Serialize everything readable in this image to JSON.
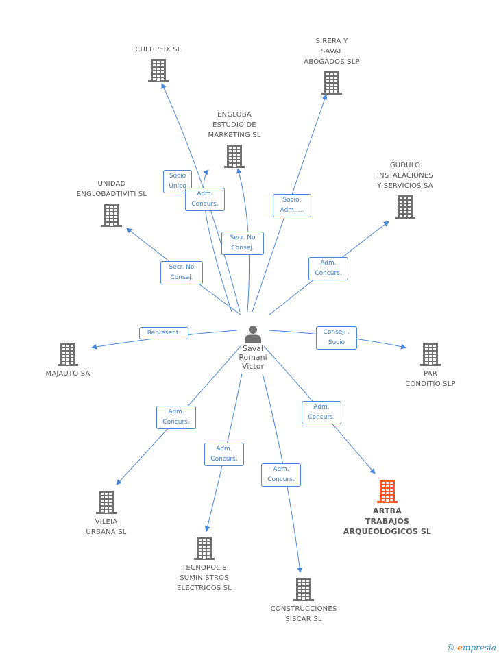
{
  "diagram": {
    "center": {
      "name_lines": [
        "Saval",
        "Romani",
        "Victor"
      ]
    },
    "colors": {
      "edge": "#4a86d6",
      "building": "#707070",
      "highlight": "#f05a28"
    },
    "companies": [
      {
        "id": "cultipeix",
        "lines": [
          "CULTIPEIX SL"
        ]
      },
      {
        "id": "sirera",
        "lines": [
          "SIRERA Y",
          "SAVAL",
          "ABOGADOS SLP"
        ]
      },
      {
        "id": "engloba",
        "lines": [
          "ENGLOBA",
          "ESTUDIO DE",
          "MARKETING SL"
        ]
      },
      {
        "id": "unidad",
        "lines": [
          "UNIDAD",
          "ENGLOBADTIVITI SL"
        ]
      },
      {
        "id": "gudulo",
        "lines": [
          "GUDULO",
          "INSTALACIONES",
          "Y SERVICIOS SA"
        ]
      },
      {
        "id": "majauto",
        "lines": [
          "MAJAUTO SA"
        ]
      },
      {
        "id": "par",
        "lines": [
          "PAR",
          "CONDITIO SLP"
        ]
      },
      {
        "id": "vileia",
        "lines": [
          "VILEIA",
          "URBANA SL"
        ]
      },
      {
        "id": "artra",
        "lines": [
          "ARTRA",
          "TRABAJOS",
          "ARQUEOLOGICOS SL"
        ],
        "highlight": true
      },
      {
        "id": "tecnopolis",
        "lines": [
          "TECNOPOLIS",
          "SUMINISTROS",
          "ELECTRICOS SL"
        ]
      },
      {
        "id": "construcciones",
        "lines": [
          "CONSTRUCCIONES",
          "SISCAR SL"
        ]
      }
    ],
    "relations": [
      {
        "id": "r-socio-unico",
        "target": "engloba",
        "lines": [
          "Socio",
          "Único"
        ]
      },
      {
        "id": "r-cultipeix",
        "target": "cultipeix",
        "lines": [
          "Adm.",
          "Concurs."
        ]
      },
      {
        "id": "r-sirera",
        "target": "sirera",
        "lines": [
          "Socio,",
          "Adm. ..."
        ]
      },
      {
        "id": "r-engloba",
        "target": "engloba",
        "lines": [
          "Secr. No",
          "Consej."
        ]
      },
      {
        "id": "r-unidad",
        "target": "unidad",
        "lines": [
          "Secr. No",
          "Consej."
        ]
      },
      {
        "id": "r-gudulo",
        "target": "gudulo",
        "lines": [
          "Adm.",
          "Concurs."
        ]
      },
      {
        "id": "r-majauto",
        "target": "majauto",
        "lines": [
          "Represent."
        ]
      },
      {
        "id": "r-par",
        "target": "par",
        "lines": [
          "Consej. ,",
          "Socio"
        ]
      },
      {
        "id": "r-vileia",
        "target": "vileia",
        "lines": [
          "Adm.",
          "Concurs."
        ]
      },
      {
        "id": "r-artra",
        "target": "artra",
        "lines": [
          "Adm.",
          "Concurs."
        ]
      },
      {
        "id": "r-tecnopolis",
        "target": "tecnopolis",
        "lines": [
          "Adm.",
          "Concurs."
        ]
      },
      {
        "id": "r-construcciones",
        "target": "construcciones",
        "lines": [
          "Adm.",
          "Concurs."
        ]
      }
    ]
  },
  "footer": {
    "copyright": "©",
    "brand_initial": "e",
    "brand_rest": "mpresia"
  }
}
